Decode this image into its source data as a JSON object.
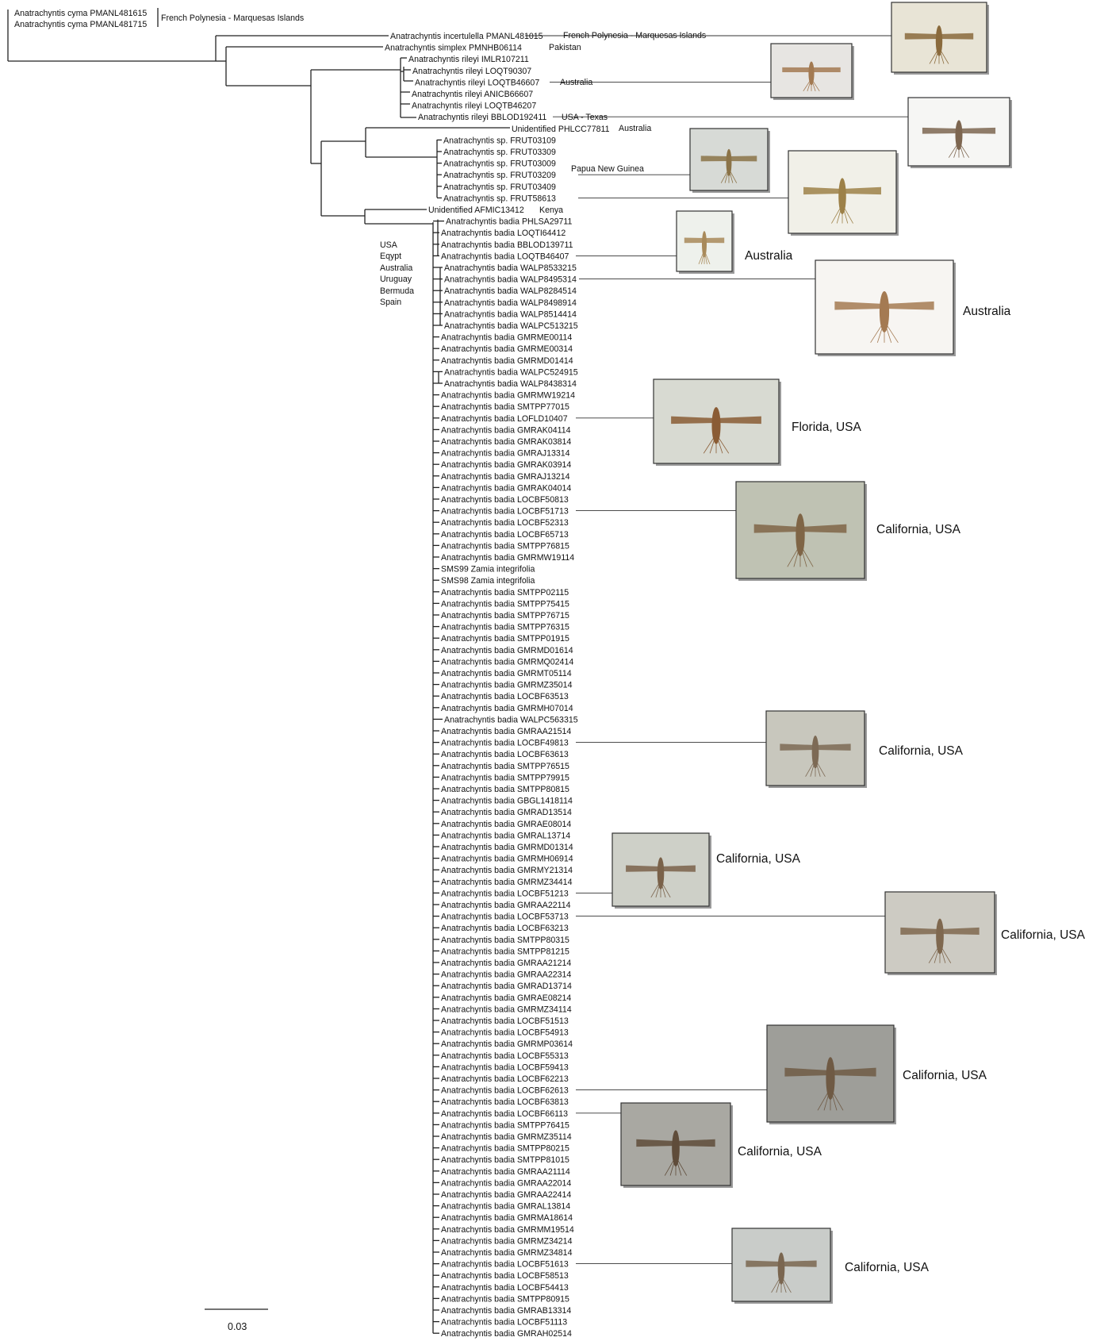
{
  "leaves": [
    "Anatrachyntis cyma  PMANL481615",
    "Anatrachyntis cyma  PMANL481715",
    "Anatrachyntis incertulella  PMANL481015",
    "Anatrachyntis simplex  PMNHB06114",
    "Anatrachyntis rileyi  IMLR107211",
    "Anatrachyntis rileyi  LOQT90307",
    "Anatrachyntis rileyi  LOQTB46607",
    "Anatrachyntis rileyi  ANICB66607",
    "Anatrachyntis rileyi  LOQTB46207",
    "Anatrachyntis rileyi  BBLOD192411",
    "Unidentified  PHLCC77811",
    "Anatrachyntis sp.  FRUT03109",
    "Anatrachyntis sp.  FRUT03309",
    "Anatrachyntis sp.  FRUT03009",
    "Anatrachyntis sp.  FRUT03209",
    "Anatrachyntis sp.  FRUT03409",
    "Anatrachyntis sp.  FRUT58613",
    "Unidentified  AFMIC13412",
    "Anatrachyntis badia   PHLSA29711",
    "Anatrachyntis badia  LOQTI64412",
    "Anatrachyntis badia  BBLOD139711",
    "Anatrachyntis badia  LOQTB46407",
    "Anatrachyntis badia  WALP8533215",
    "Anatrachyntis badia  WALP8495314",
    "Anatrachyntis badia  WALP8284514",
    "Anatrachyntis badia  WALP8498914",
    "Anatrachyntis badia  WALP8514414",
    "Anatrachyntis badia  WALPC513215",
    "Anatrachyntis badia  GMRME00114",
    "Anatrachyntis badia  GMRME00314",
    "Anatrachyntis badia  GMRMD01414",
    "Anatrachyntis badia  WALPC524915",
    "Anatrachyntis badia  WALP8438314",
    "Anatrachyntis badia  GMRMW19214",
    "Anatrachyntis badia  SMTPP77015",
    "Anatrachyntis badia  LOFLD10407",
    "Anatrachyntis badia  GMRAK04114",
    "Anatrachyntis badia  GMRAK03814",
    "Anatrachyntis badia  GMRAJ13314",
    "Anatrachyntis badia  GMRAK03914",
    "Anatrachyntis badia  GMRAJ13214",
    "Anatrachyntis badia  GMRAK04014",
    "Anatrachyntis badia  LOCBF50813",
    "Anatrachyntis badia  LOCBF51713",
    "Anatrachyntis badia  LOCBF52313",
    "Anatrachyntis badia  LOCBF65713",
    "Anatrachyntis badia  SMTPP76815",
    "Anatrachyntis badia  GMRMW19114",
    "SMS99  Zamia integrifolia",
    "SMS98  Zamia integrifolia",
    "Anatrachyntis badia  SMTPP02115",
    "Anatrachyntis badia  SMTPP75415",
    "Anatrachyntis badia  SMTPP76715",
    "Anatrachyntis badia  SMTPP76315",
    "Anatrachyntis badia  SMTPP01915",
    "Anatrachyntis badia  GMRMD01614",
    "Anatrachyntis badia  GMRMQ02414",
    "Anatrachyntis badia  GMRMT05114",
    "Anatrachyntis badia  GMRMZ35014",
    "Anatrachyntis badia  LOCBF63513",
    "Anatrachyntis badia  GMRMH07014",
    "Anatrachyntis badia  WALPC563315",
    "Anatrachyntis badia  GMRAA21514",
    "Anatrachyntis badia  LOCBF49813",
    "Anatrachyntis badia  LOCBF63613",
    "Anatrachyntis badia  SMTPP76515",
    "Anatrachyntis badia  SMTPP79915",
    "Anatrachyntis badia  SMTPP80815",
    "Anatrachyntis badia  GBGL1418114",
    "Anatrachyntis badia  GMRAD13514",
    "Anatrachyntis badia  GMRAE08014",
    "Anatrachyntis badia  GMRAL13714",
    "Anatrachyntis badia  GMRMD01314",
    "Anatrachyntis badia  GMRMH06914",
    "Anatrachyntis badia  GMRMY21314",
    "Anatrachyntis badia  GMRMZ34414",
    "Anatrachyntis badia  LOCBF51213",
    "Anatrachyntis badia  GMRAA22114",
    "Anatrachyntis badia  LOCBF53713",
    "Anatrachyntis badia  LOCBF63213",
    "Anatrachyntis badia  SMTPP80315",
    "Anatrachyntis badia  SMTPP81215",
    "Anatrachyntis badia  GMRAA21214",
    "Anatrachyntis badia  GMRAA22314",
    "Anatrachyntis badia  GMRAD13714",
    "Anatrachyntis badia  GMRAE08214",
    "Anatrachyntis badia  GMRMZ34114",
    "Anatrachyntis badia  LOCBF51513",
    "Anatrachyntis badia  LOCBF54913",
    "Anatrachyntis badia  GMRMP03614",
    "Anatrachyntis badia  LOCBF55313",
    "Anatrachyntis badia  LOCBF59413",
    "Anatrachyntis badia  LOCBF62213",
    "Anatrachyntis badia  LOCBF62613",
    "Anatrachyntis badia  LOCBF63813",
    "Anatrachyntis badia  LOCBF66113",
    "Anatrachyntis badia  SMTPP76415",
    "Anatrachyntis badia  GMRMZ35114",
    "Anatrachyntis badia  SMTPP80215",
    "Anatrachyntis badia  SMTPP81015",
    "Anatrachyntis badia  GMRAA21114",
    "Anatrachyntis badia  GMRAA22014",
    "Anatrachyntis badia  GMRAA22414",
    "Anatrachyntis badia  GMRAL13814",
    "Anatrachyntis badia  GMRMA18614",
    "Anatrachyntis badia  GMRMM19514",
    "Anatrachyntis badia  GMRMZ34214",
    "Anatrachyntis badia  GMRMZ34814",
    "Anatrachyntis badia  LOCBF51613",
    "Anatrachyntis badia  LOCBF58513",
    "Anatrachyntis badia  LOCBF54413",
    "Anatrachyntis badia  SMTPP80915",
    "Anatrachyntis badia  GMRAB13314",
    "Anatrachyntis badia  LOCBF51113",
    "Anatrachyntis badia  GMRAH02514"
  ],
  "locations": {
    "cyma": "French Polynesia - Marquesas Islands",
    "incertulella": "French Polynesia - Marquesas Islands",
    "simplex": "Pakistan",
    "rileyi_au": "Australia",
    "rileyi_tx": "USA - Texas",
    "unidentified_au": "Australia",
    "png": "Papua New Guinea",
    "kenya": "Kenya"
  },
  "badia_range": [
    "USA",
    "Eqypt",
    "Australia",
    "Uruguay",
    "Bermuda",
    "Spain"
  ],
  "photo_captions": [
    "Australia",
    "Australia",
    "Florida, USA",
    "California, USA",
    "California, USA",
    "California, USA",
    "California, USA",
    "California, USA",
    "California, USA",
    "California, USA"
  ],
  "scale_bar": {
    "label": "0.03",
    "value": 0.03
  }
}
